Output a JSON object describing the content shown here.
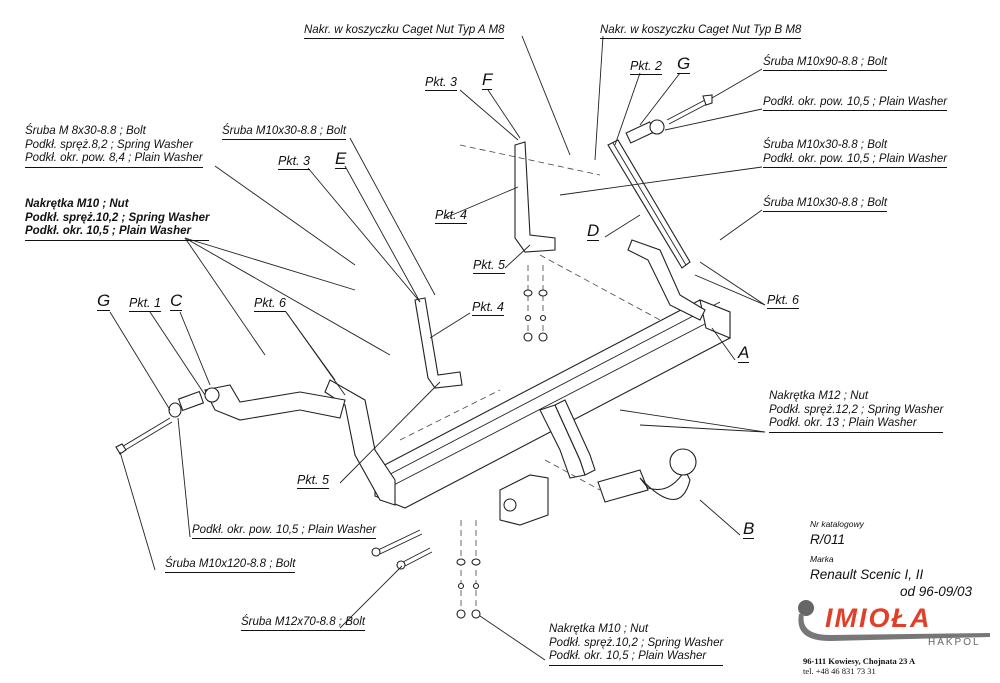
{
  "diagram": {
    "title": "Towbar exploded assembly drawing",
    "top_labels": {
      "caget_a": "Nakr. w koszyczku Caget Nut Typ A M8",
      "caget_b": "Nakr. w koszyczku Caget Nut Typ B M8"
    },
    "part_letters": {
      "A": "A",
      "B": "B",
      "C": "C",
      "D": "D",
      "E": "E",
      "F": "F",
      "G_left": "G",
      "G_right": "G"
    },
    "points": {
      "pkt1": "Pkt. 1",
      "pkt2": "Pkt. 2",
      "pkt3_left": "Pkt. 3",
      "pkt3_top": "Pkt. 3",
      "pkt4_top": "Pkt. 4",
      "pkt4_mid": "Pkt. 4",
      "pkt5_mid": "Pkt. 5",
      "pkt5_bottom": "Pkt. 5",
      "pkt6_left": "Pkt. 6",
      "pkt6_right": "Pkt. 6"
    },
    "callouts": {
      "bolt_m8": [
        "Śruba M 8x30-8.8 ;  Bolt",
        "Podkł. spręż.8,2 ; Spring Washer",
        "Podkł. okr. pow. 8,4 ; Plain Washer"
      ],
      "nut_m10_left": [
        "Nakrętka  M10 ; Nut",
        "Podkł. spręż.10,2 ; Spring Washer",
        "Podkł. okr. 10,5 ; Plain Washer"
      ],
      "bolt_m10x30_left": "Śruba M10x30-8.8 ;  Bolt",
      "bolt_m10x90": "Śruba M10x90-8.8 ;  Bolt",
      "washer_105_right": "Podkł. okr. pow. 10,5 ; Plain Washer",
      "bolt_m10x30_washer": [
        "Śruba M10x30-8.8 ;  Bolt",
        "Podkł. okr. pow. 10,5 ; Plain Washer"
      ],
      "bolt_m10x30_right": "Śruba M10x30-8.8 ;  Bolt",
      "nut_m12": [
        "Nakrętka  M12 ; Nut",
        "Podkł. spręż.12,2 ; Spring Washer",
        "Podkł. okr. 13 ; Plain Washer"
      ],
      "washer_105_left": "Podkł. okr. pow. 10,5 ; Plain Washer",
      "bolt_m10x120": "Śruba M10x120-8.8 ;  Bolt",
      "bolt_m12x70": "Śruba M12x70-8.8 ;  Bolt",
      "nut_m10_bottom": [
        "Nakrętka  M10 ; Nut",
        "Podkł. spręż.10,2 ; Spring Washer",
        "Podkł. okr. 10,5 ; Plain Washer"
      ]
    },
    "title_block": {
      "catalog_label": "Nr katalogowy",
      "catalog_number": "R/011",
      "make_label": "Marka",
      "make": "Renault  Scenic I, II",
      "years": "od 96-09/03",
      "brand": "IMIOŁA",
      "brand_sub": "HAKPOL",
      "address": "96-111 Kowiesy, Chojnata 23 A",
      "phone": "tel. +48 46 831 73 31",
      "brand_color": "#e0402a",
      "logo_gray": "#666666"
    }
  }
}
